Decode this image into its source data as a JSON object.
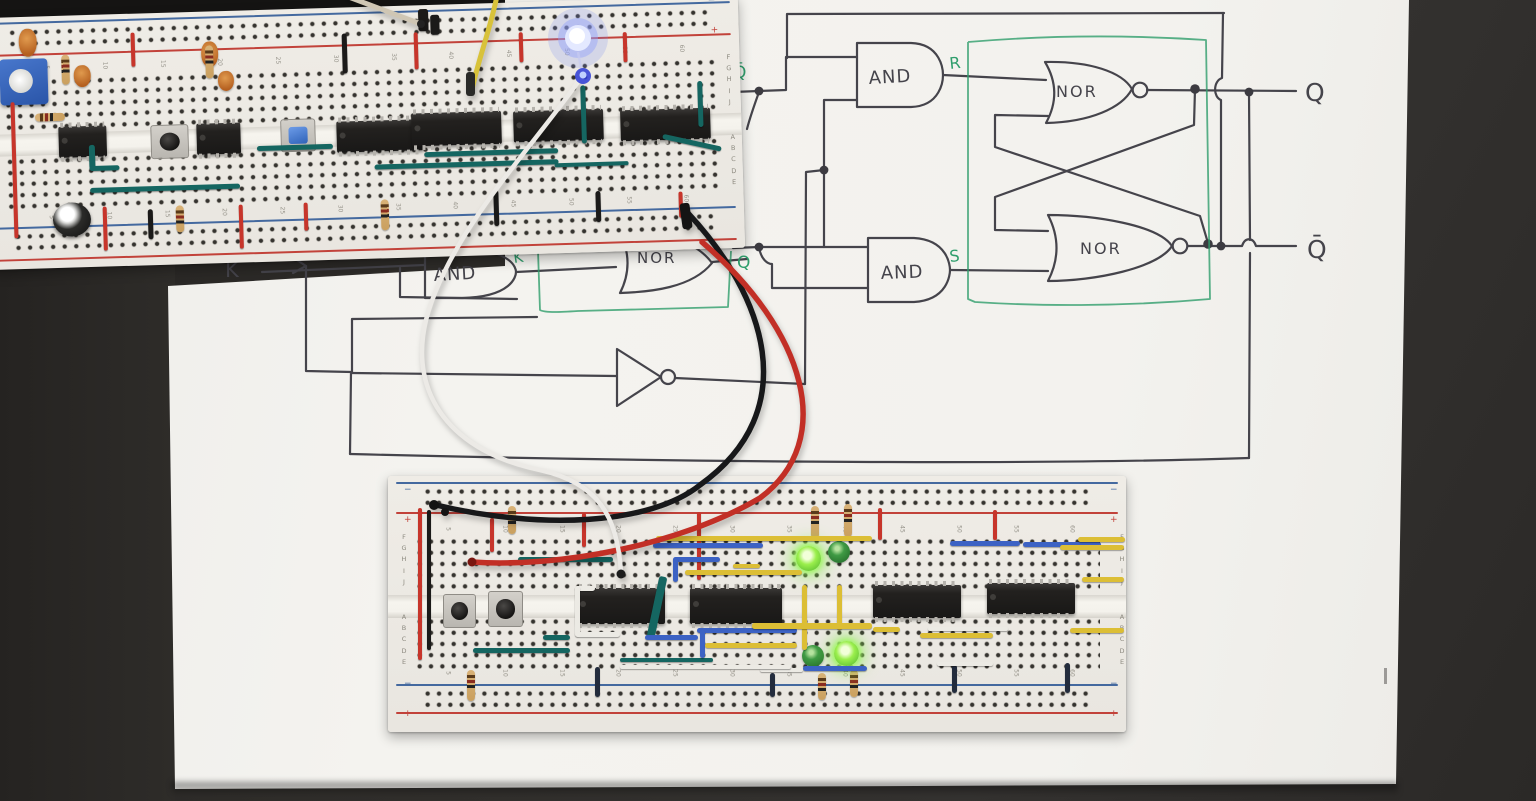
{
  "palette": {
    "desk": "#2f2d2a",
    "paper": "#f3f2ee",
    "pencil_ink": "#45444b",
    "green_ink": "#2f9e6c",
    "rail_red": "#c2423a",
    "rail_blue": "#44699f",
    "wire_black": "#1b1a19",
    "wire_red": "#c7352b",
    "wire_white": "#eceae4",
    "wire_yellow": "#dcbe35",
    "wire_blue": "#3c62c4",
    "wire_teal": "#156661",
    "led_green_on": "#9bef4d",
    "led_blue_on": "#8e9cff"
  },
  "diagram": {
    "k_input": "K",
    "and_top": "AND",
    "and_bottom": "AND",
    "and_lower": "AND",
    "nor_top": "NOR",
    "nor_bottom": "NOR",
    "nor_lower": "NOR",
    "r_label": "R",
    "s_label": "S",
    "k_out_label": "K",
    "qbar_node_label": "Q̄",
    "q_node_label": "Q",
    "q_output": "Q",
    "qbar_output": "Q̄"
  },
  "breadboard_top": {
    "letters_upper": [
      "F",
      "G",
      "H",
      "I",
      "J"
    ],
    "letters_lower": [
      "A",
      "B",
      "C",
      "D",
      "E"
    ],
    "numbers": [
      "5",
      "10",
      "15",
      "20",
      "25",
      "30",
      "35",
      "40",
      "45",
      "50",
      "55",
      "60"
    ],
    "plus": "+",
    "minus": "−"
  },
  "breadboard_bottom": {
    "letters_upper": [
      "F",
      "G",
      "H",
      "I",
      "J"
    ],
    "letters_lower": [
      "A",
      "B",
      "C",
      "D",
      "E"
    ],
    "numbers": [
      "5",
      "10",
      "15",
      "20",
      "25",
      "30",
      "35",
      "40",
      "45",
      "50",
      "55",
      "60"
    ],
    "plus": "+",
    "minus": "−"
  }
}
